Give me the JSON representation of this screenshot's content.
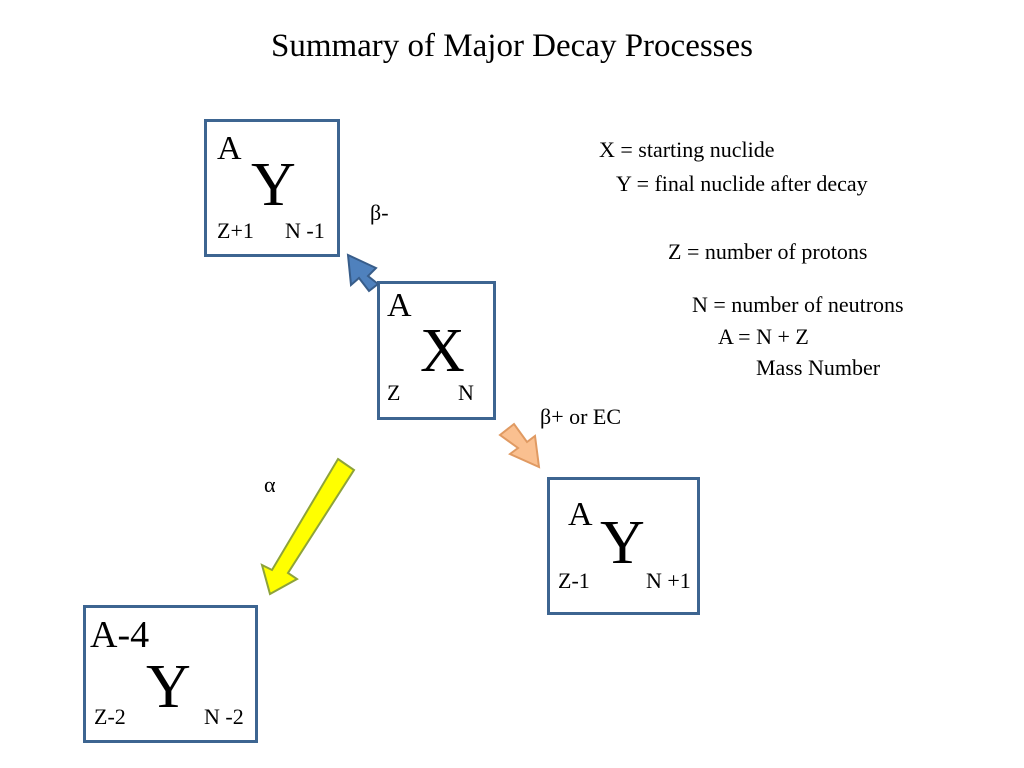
{
  "title": "Summary of Major Decay Processes",
  "legend": {
    "x_def": "X = starting nuclide",
    "y_def": "Y = final nuclide after decay",
    "z_def": "Z = number of protons",
    "n_def": "N = number of neutrons",
    "a_def": "A = N + Z",
    "mass_number": "Mass Number"
  },
  "parent": {
    "symbol": "X",
    "a": "A",
    "z": "Z",
    "n": "N"
  },
  "beta_minus": {
    "label": "β-",
    "symbol": "Y",
    "a": "A",
    "z": "Z+1",
    "n": "N -1",
    "arrow_color": "#4f81bd"
  },
  "beta_plus": {
    "label": "β+ or EC",
    "symbol": "Y",
    "a": "A",
    "z": "Z-1",
    "n": "N +1",
    "arrow_color": "#fac090"
  },
  "alpha": {
    "label": "α",
    "symbol": "Y",
    "a": "A-4",
    "z": "Z-2",
    "n": "N -2",
    "arrow_color": "#ffff00"
  },
  "colors": {
    "box_border": "#3d6591"
  }
}
